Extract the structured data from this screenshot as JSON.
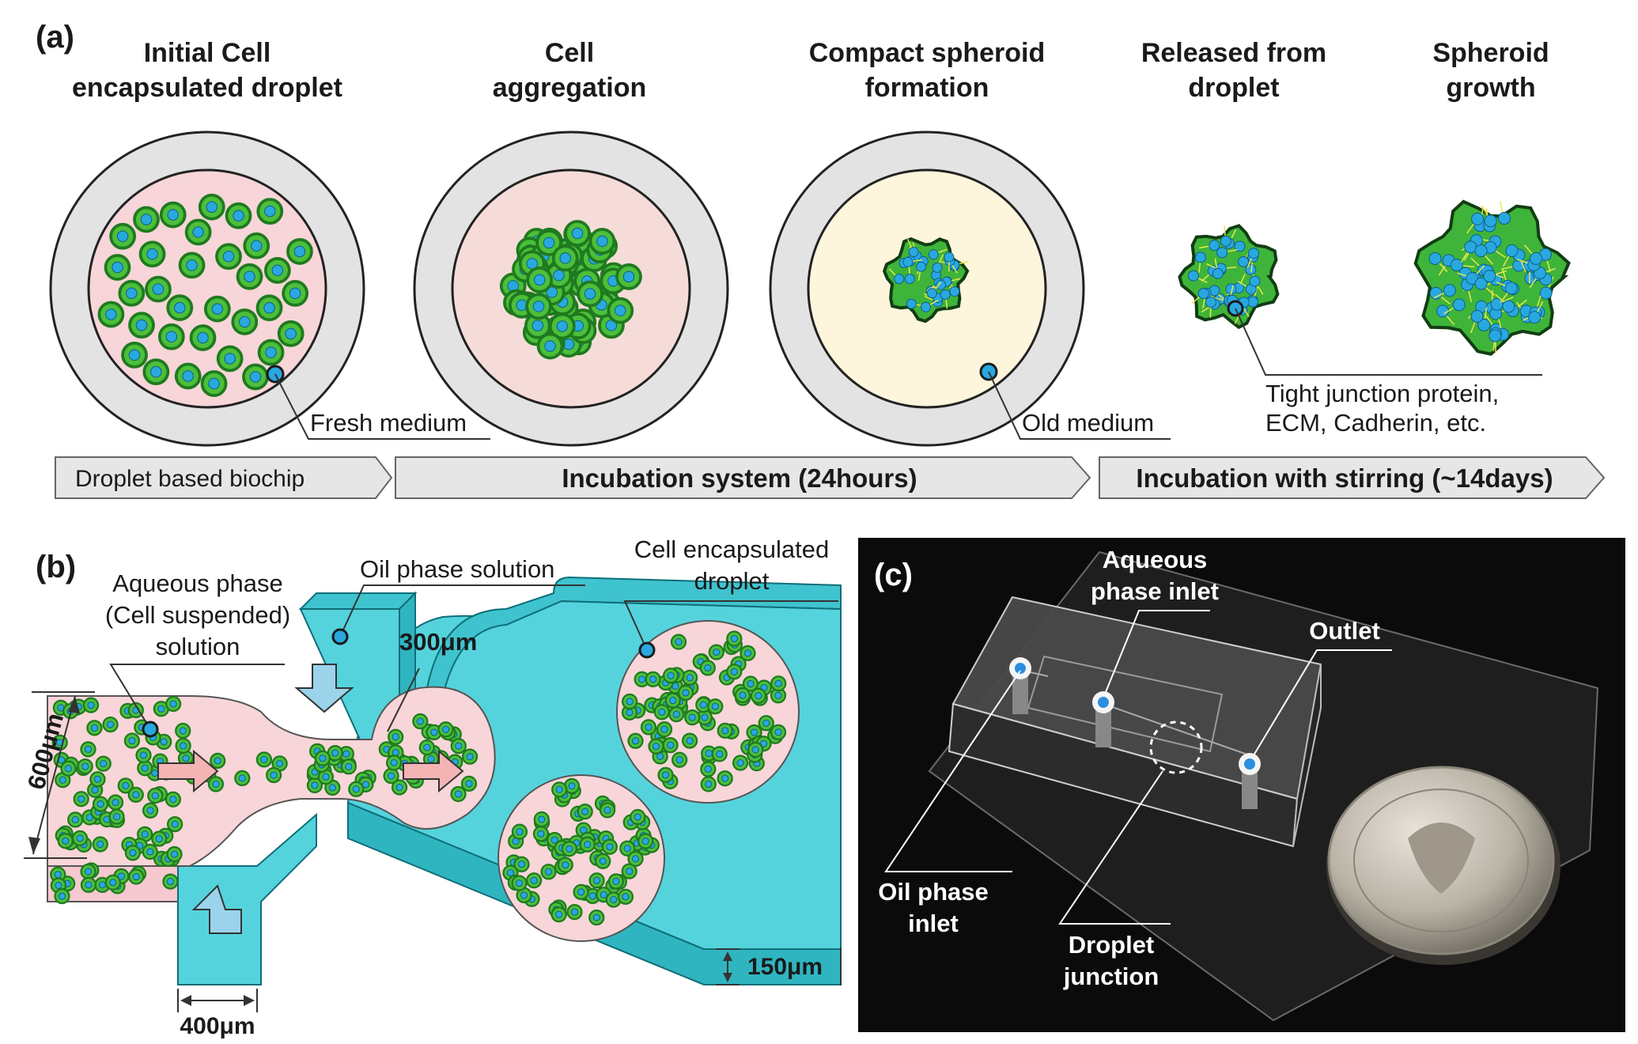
{
  "panel_a": {
    "label": "(a)",
    "stages": [
      {
        "title_line1": "Initial Cell",
        "title_line2": "encapsulated droplet"
      },
      {
        "title_line1": "Cell",
        "title_line2": "aggregation"
      },
      {
        "title_line1": "Compact spheroid",
        "title_line2": "formation"
      },
      {
        "title_line1": "Released from",
        "title_line2": "droplet"
      },
      {
        "title_line1": "Spheroid",
        "title_line2": "growth"
      }
    ],
    "callouts": {
      "fresh_medium": "Fresh medium",
      "old_medium": "Old medium",
      "tight_junction_line1": "Tight junction protein,",
      "tight_junction_line2": "ECM, Cadherin, etc."
    },
    "process_arrows": [
      "Droplet based biochip",
      "Incubation system (24hours)",
      "Incubation with stirring (~14days)"
    ]
  },
  "panel_b": {
    "label": "(b)",
    "aqueous_line1": "Aqueous phase",
    "aqueous_line2": "(Cell suspended)",
    "aqueous_line3": "solution",
    "oil_phase": "Oil phase solution",
    "droplet_line1": "Cell encapsulated",
    "droplet_line2": "droplet",
    "dim_width": "600μm",
    "dim_neck": "300μm",
    "dim_inlet": "400μm",
    "dim_depth": "150μm"
  },
  "panel_c": {
    "label": "(c)",
    "aqueous_inlet_line1": "Aqueous",
    "aqueous_inlet_line2": "phase inlet",
    "outlet": "Outlet",
    "oil_inlet_line1": "Oil phase",
    "oil_inlet_line2": "inlet",
    "junction_line1": "Droplet",
    "junction_line2": "junction"
  },
  "colors": {
    "cell_outer": "#1f7a1f",
    "cell_green": "#4cbf3a",
    "nucleus": "#29a8e0",
    "droplet_pink": "#f8d5d8",
    "old_medium": "#fdf5dc",
    "droplet_shell": "#e3e3e3",
    "channel_cyan": "#55d3dc",
    "photo_bg": "#0b0b0b"
  }
}
